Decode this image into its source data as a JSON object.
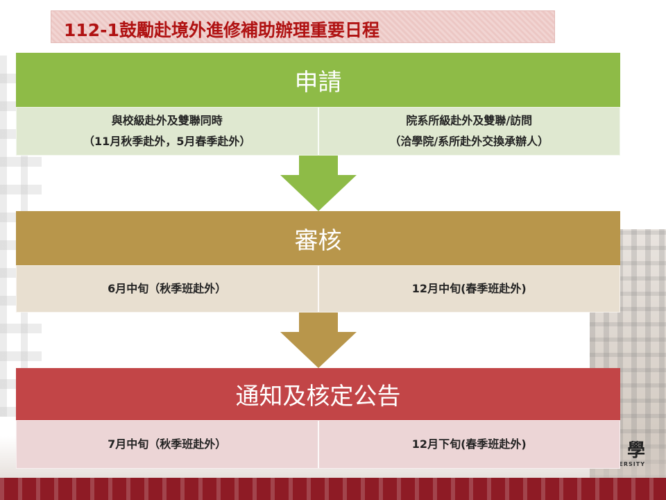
{
  "title": "112-1鼓勵赴境外進修補助辦理重要日程",
  "colors": {
    "stage1_header": "#8ebb47",
    "stage1_row": "#dfe8d0",
    "stage2_header": "#b8964b",
    "stage2_row": "#e8dfd0",
    "stage3_header": "#c24547",
    "stage3_row": "#ecd5d6",
    "title_text": "#b01212"
  },
  "stages": [
    {
      "header": "申請",
      "left": {
        "line1": "與校級赴外及雙聯同時",
        "line2": "（11月秋季赴外，5月春季赴外）"
      },
      "right": {
        "line1": "院系所級赴外及雙聯/訪問",
        "line2": "（洽學院/系所赴外交換承辦人）"
      }
    },
    {
      "header": "審核",
      "left": {
        "line1": "6月中旬（秋季班赴外）"
      },
      "right": {
        "line1": "12月中旬(春季班赴外)"
      }
    },
    {
      "header": "通知及核定公告",
      "left": {
        "line1": "7月中旬（秋季班赴外）"
      },
      "right": {
        "line1": "12月下旬(春季班赴外)"
      }
    }
  ],
  "branding": {
    "char": "學",
    "text": "ERSITY"
  }
}
